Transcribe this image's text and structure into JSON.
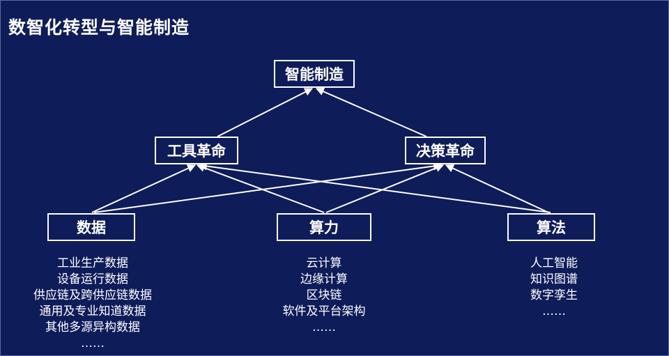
{
  "slide": {
    "title": "数智化转型与智能制造"
  },
  "diagram": {
    "top": {
      "label": "智能制造"
    },
    "middle": [
      {
        "label": "工具革命"
      },
      {
        "label": "决策革命"
      }
    ],
    "bottom": [
      {
        "label": "数据",
        "items": [
          "工业生产数据",
          "设备运行数据",
          "供应链及跨供应链数据",
          "通用及专业知道数据",
          "其他多源异构数据",
          "……"
        ]
      },
      {
        "label": "算力",
        "items": [
          "云计算",
          "边缘计算",
          "区块链",
          "软件及平台架构",
          "……"
        ]
      },
      {
        "label": "算法",
        "items": [
          "人工智能",
          "知识图谱",
          "数字孪生",
          "……"
        ]
      }
    ]
  },
  "colors": {
    "background": "#0f1c5a",
    "foreground": "#ffffff"
  }
}
